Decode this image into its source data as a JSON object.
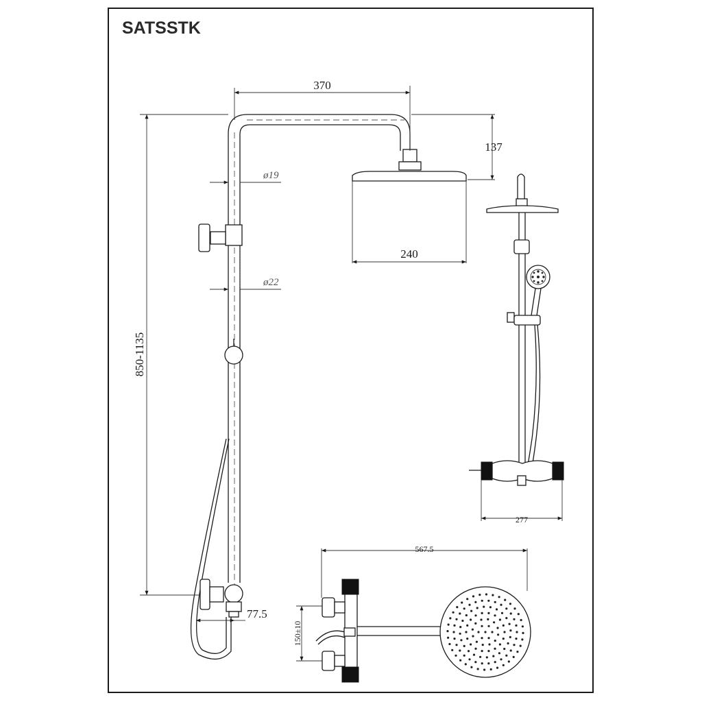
{
  "title": "SATSSTK",
  "dimensions": {
    "arm_length": "370",
    "head_drop": "137",
    "pipe_upper_diameter": "ø19",
    "pipe_lower_diameter": "ø22",
    "head_diameter": "240",
    "height_range": "850-1135",
    "valve_offset": "77.5",
    "side_width": "277",
    "top_width": "567.5",
    "inlet_spacing": "150±10"
  },
  "colors": {
    "line": "#1a1a1a",
    "background": "#ffffff"
  },
  "icons": {
    "shower_head": "rain-shower-head-icon",
    "hand_shower": "hand-shower-icon",
    "valve": "thermostatic-valve-icon"
  }
}
